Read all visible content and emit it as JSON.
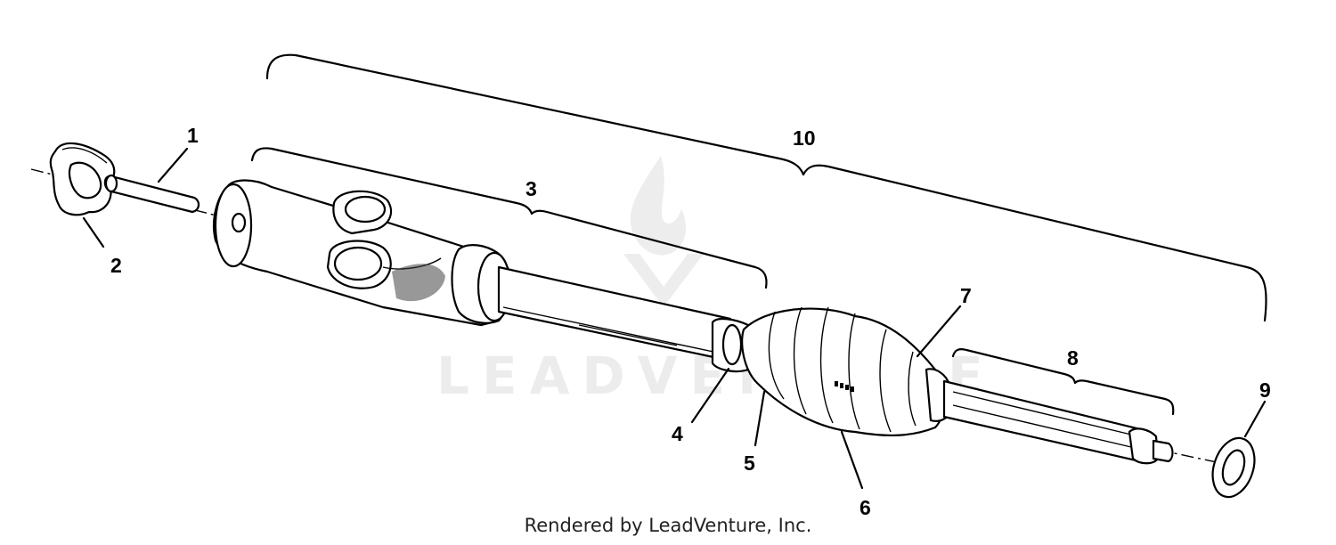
{
  "diagram": {
    "watermark_text": "LEADVENTURE",
    "credit_text": "Rendered by LeadVenture, Inc.",
    "callouts": [
      {
        "id": "1",
        "label": "1"
      },
      {
        "id": "2",
        "label": "2"
      },
      {
        "id": "3",
        "label": "3"
      },
      {
        "id": "4",
        "label": "4"
      },
      {
        "id": "5",
        "label": "5"
      },
      {
        "id": "6",
        "label": "6"
      },
      {
        "id": "7",
        "label": "7"
      },
      {
        "id": "8",
        "label": "8"
      },
      {
        "id": "9",
        "label": "9"
      },
      {
        "id": "10",
        "label": "10"
      }
    ]
  }
}
